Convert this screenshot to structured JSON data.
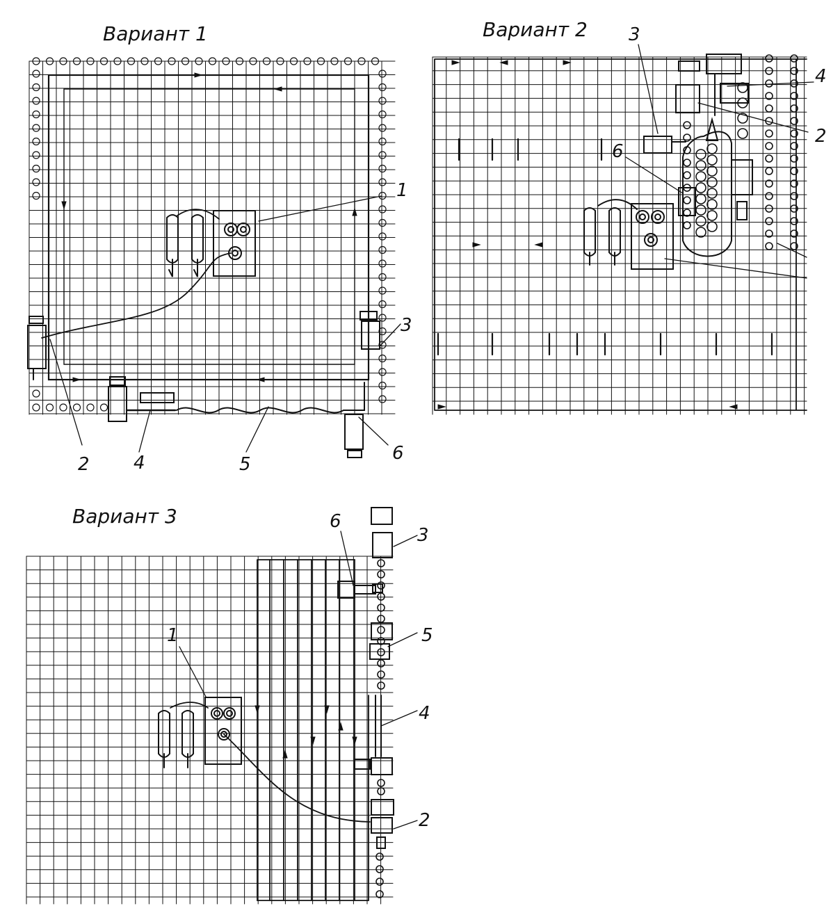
{
  "panels": [
    {
      "id": "v1",
      "title": "Вариант 1",
      "callouts": [
        "1",
        "2",
        "3",
        "4",
        "5",
        "6"
      ]
    },
    {
      "id": "v2",
      "title": "Вариант 2",
      "callouts": [
        "3",
        "4",
        "2",
        "6"
      ]
    },
    {
      "id": "v3",
      "title": "Вариант 3",
      "callouts": [
        "6",
        "3",
        "5",
        "1",
        "4",
        "2"
      ]
    }
  ]
}
